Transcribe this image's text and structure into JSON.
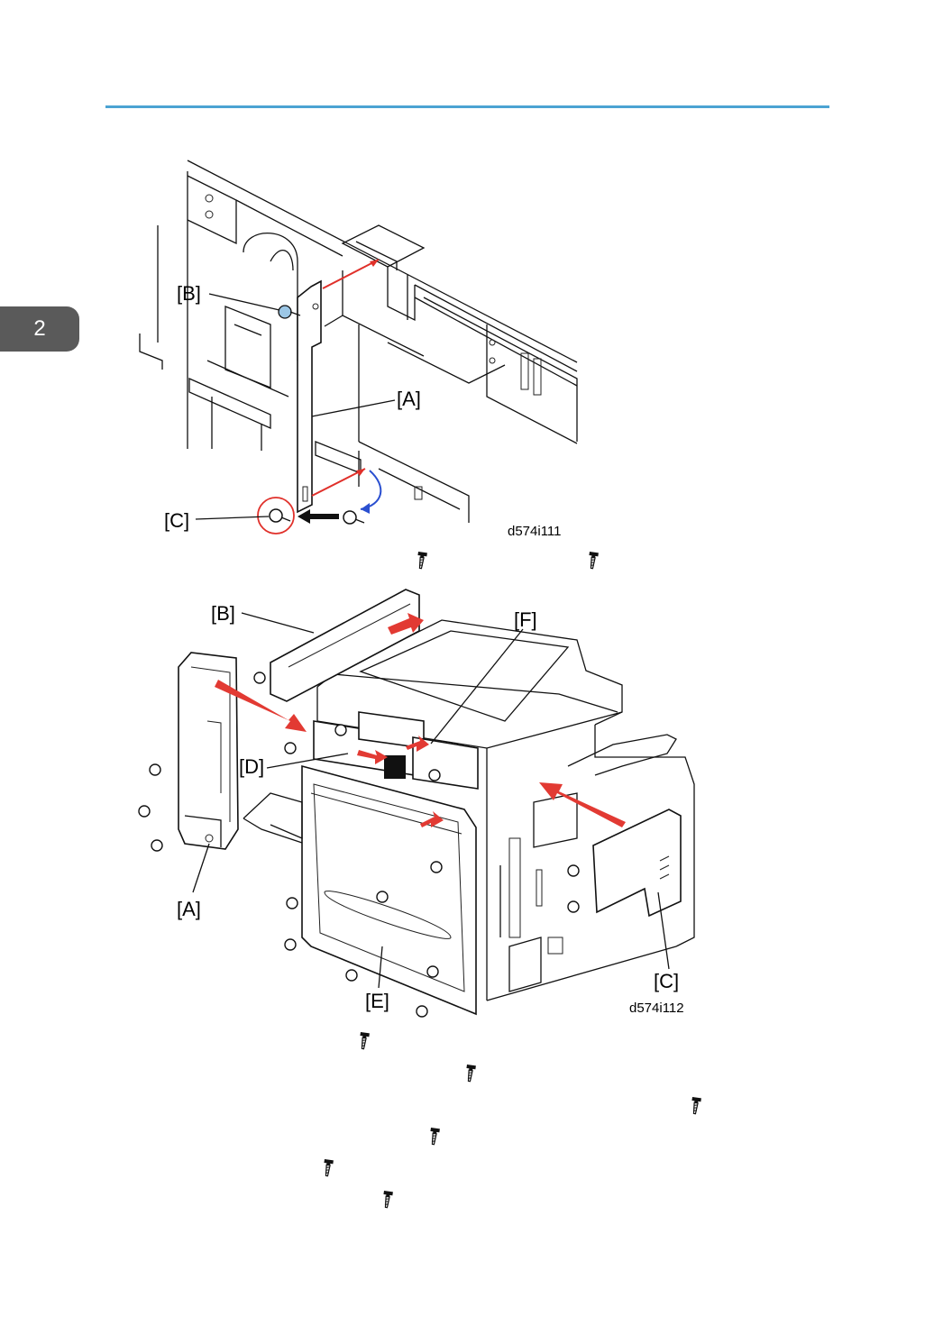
{
  "header": {
    "rule_color": "#4ba3d3"
  },
  "chapter_tab": {
    "number": "2",
    "color": "#5a5a5a"
  },
  "figure1": {
    "code": "d574i111",
    "labels": {
      "a": "[A]",
      "b": "[B]",
      "c": "[C]"
    }
  },
  "figure2": {
    "code": "d574i112",
    "labels": {
      "a": "[A]",
      "b": "[B]",
      "c": "[C]",
      "d": "[D]",
      "e": "[E]",
      "f": "[F]"
    }
  },
  "icons": {
    "screw": "screw-icon",
    "accent_red": "#e0302a",
    "accent_blue": "#2a4fd0"
  }
}
